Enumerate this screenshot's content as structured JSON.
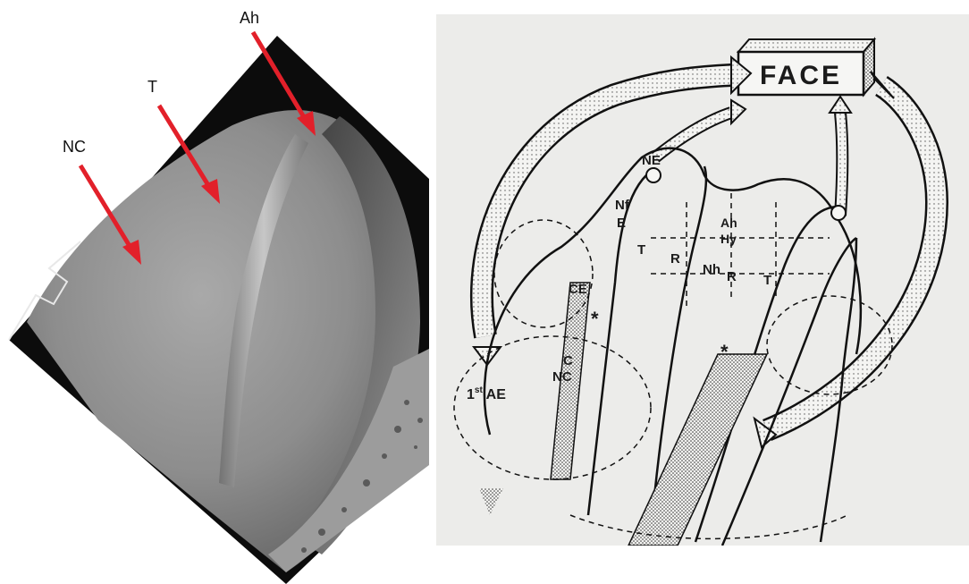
{
  "micrograph": {
    "labels": {
      "nc": "NC",
      "t": "T",
      "ah": "Ah"
    },
    "arrow_color": "#e2202a"
  },
  "schematic": {
    "face_box": "FACE",
    "labels": {
      "ne": "NE",
      "nf": "Nf",
      "e": "E",
      "ah": "Ah",
      "hy": "Hy",
      "t_left": "T",
      "r_left": "R",
      "nh": "Nh",
      "r_right": "R",
      "t_right": "T",
      "ce": "CE",
      "c": "C",
      "nc": "NC",
      "ae_base": "1",
      "ae_sup": "st",
      "ae_rest": " AE"
    },
    "asterisk": "*"
  }
}
